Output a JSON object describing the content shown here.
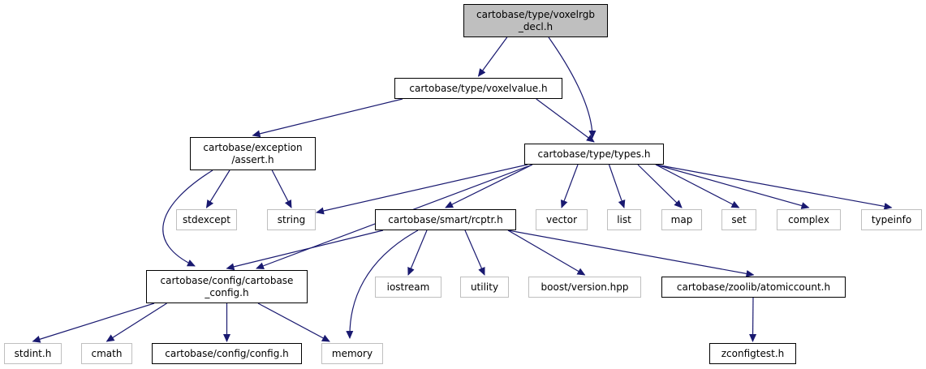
{
  "graph": {
    "nodes": {
      "voxelrgb_decl": {
        "label": "cartobase/type/voxelrgb\n_decl.h",
        "kind": "focus"
      },
      "voxelvalue": {
        "label": "cartobase/type/voxelvalue.h",
        "kind": "internal"
      },
      "assert": {
        "label": "cartobase/exception\n/assert.h",
        "kind": "internal"
      },
      "types": {
        "label": "cartobase/type/types.h",
        "kind": "internal"
      },
      "stdexcept": {
        "label": "stdexcept",
        "kind": "external"
      },
      "string": {
        "label": "string",
        "kind": "external"
      },
      "rcptr": {
        "label": "cartobase/smart/rcptr.h",
        "kind": "internal"
      },
      "vector": {
        "label": "vector",
        "kind": "external"
      },
      "list": {
        "label": "list",
        "kind": "external"
      },
      "map": {
        "label": "map",
        "kind": "external"
      },
      "set": {
        "label": "set",
        "kind": "external"
      },
      "complex": {
        "label": "complex",
        "kind": "external"
      },
      "typeinfo": {
        "label": "typeinfo",
        "kind": "external"
      },
      "cartobase_config": {
        "label": "cartobase/config/cartobase\n_config.h",
        "kind": "internal"
      },
      "iostream": {
        "label": "iostream",
        "kind": "external"
      },
      "utility": {
        "label": "utility",
        "kind": "external"
      },
      "boost_version": {
        "label": "boost/version.hpp",
        "kind": "external"
      },
      "atomiccount": {
        "label": "cartobase/zoolib/atomiccount.h",
        "kind": "internal"
      },
      "stdint": {
        "label": "stdint.h",
        "kind": "external"
      },
      "cmath": {
        "label": "cmath",
        "kind": "external"
      },
      "config": {
        "label": "cartobase/config/config.h",
        "kind": "internal"
      },
      "memory": {
        "label": "memory",
        "kind": "external"
      },
      "zconfigtest": {
        "label": "zconfigtest.h",
        "kind": "internal"
      }
    },
    "edges": [
      [
        "voxelrgb_decl",
        "voxelvalue"
      ],
      [
        "voxelrgb_decl",
        "types"
      ],
      [
        "voxelvalue",
        "assert"
      ],
      [
        "voxelvalue",
        "types"
      ],
      [
        "assert",
        "stdexcept"
      ],
      [
        "assert",
        "string"
      ],
      [
        "assert",
        "cartobase_config"
      ],
      [
        "types",
        "string"
      ],
      [
        "types",
        "cartobase_config"
      ],
      [
        "types",
        "rcptr"
      ],
      [
        "types",
        "vector"
      ],
      [
        "types",
        "list"
      ],
      [
        "types",
        "map"
      ],
      [
        "types",
        "set"
      ],
      [
        "types",
        "complex"
      ],
      [
        "types",
        "typeinfo"
      ],
      [
        "rcptr",
        "cartobase_config"
      ],
      [
        "rcptr",
        "memory"
      ],
      [
        "rcptr",
        "iostream"
      ],
      [
        "rcptr",
        "utility"
      ],
      [
        "rcptr",
        "boost_version"
      ],
      [
        "rcptr",
        "atomiccount"
      ],
      [
        "cartobase_config",
        "stdint"
      ],
      [
        "cartobase_config",
        "cmath"
      ],
      [
        "cartobase_config",
        "config"
      ],
      [
        "cartobase_config",
        "memory"
      ],
      [
        "atomiccount",
        "zconfigtest"
      ]
    ],
    "edge_color": "#191970",
    "external_border_color": "#bfbfbf",
    "focus_fill_color": "#bfbfbf"
  }
}
